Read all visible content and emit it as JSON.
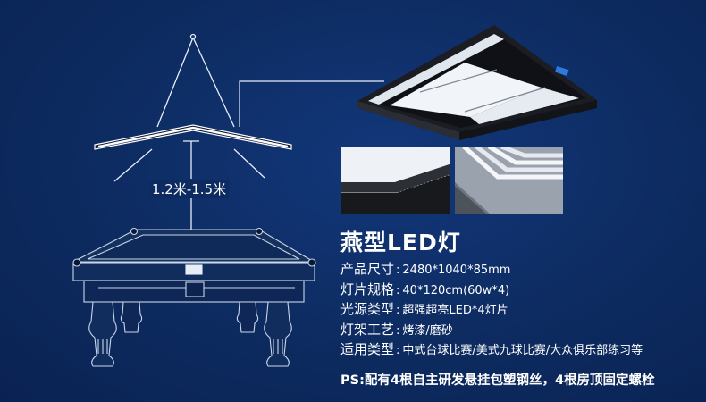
{
  "diagram": {
    "height_label": "1.2米-1.5米"
  },
  "product": {
    "title": "燕型LED灯",
    "specs": [
      {
        "label": "产品尺寸",
        "sep": ":",
        "value": "2480*1040*85mm"
      },
      {
        "label": "灯片规格",
        "sep": ":",
        "value": "40*120cm(60w*4)"
      },
      {
        "label": "光源类型",
        "sep": ":",
        "value": "超强超亮LED*4灯片"
      },
      {
        "label": "灯架工艺",
        "sep": ":",
        "value": "烤漆/磨砂"
      },
      {
        "label": "适用类型",
        "sep": ":",
        "value": "中式台球比赛/美式九球比赛/大众俱乐部练习等"
      }
    ],
    "note": "PS:配有4根自主研发悬挂包塑钢丝，4根房顶固定螺栓"
  },
  "colors": {
    "background": "#0c2a5c",
    "text": "#ffffff",
    "lamp_frame": "#1b1d22",
    "lamp_panel": "#eef2f7"
  },
  "icons": [
    "lamp-diagram-icon",
    "billiard-table-icon",
    "led-lamp-product-icon"
  ]
}
